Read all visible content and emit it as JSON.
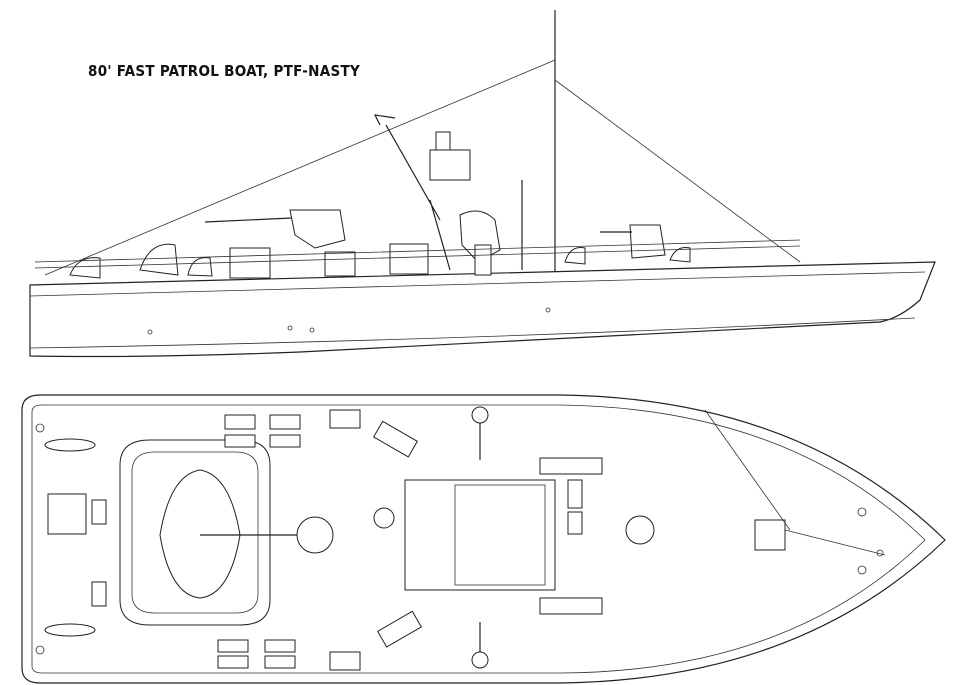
{
  "drawing": {
    "title": "80' FAST PATROL BOAT, PTF-NASTY",
    "views": [
      "side-profile",
      "plan-view"
    ],
    "line_color": "#222222",
    "background": "#ffffff"
  }
}
